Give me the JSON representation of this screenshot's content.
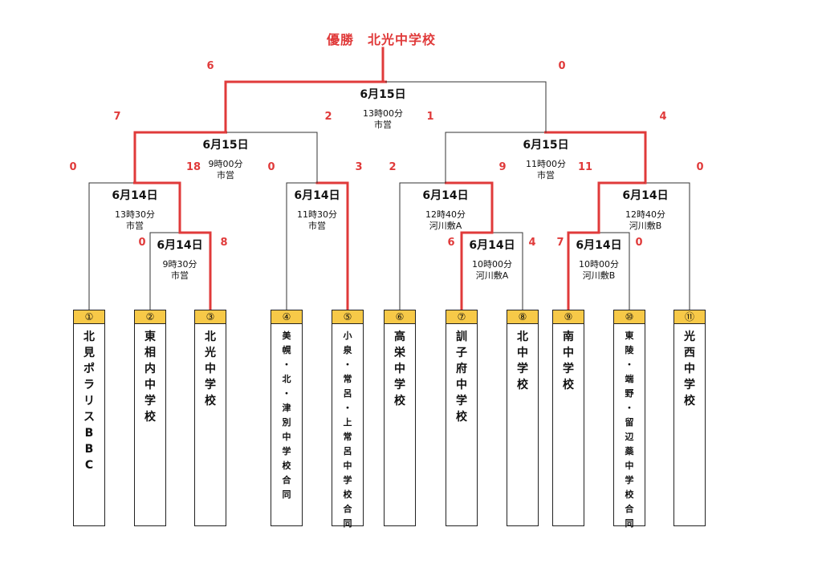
{
  "champion": "優勝　北光中学校",
  "teams": [
    {
      "num": "①",
      "name": "北見ポラリスBBC"
    },
    {
      "num": "②",
      "name": "東相内中学校"
    },
    {
      "num": "③",
      "name": "北光中学校"
    },
    {
      "num": "④",
      "name": "美幌・北・津別中学校合同"
    },
    {
      "num": "⑤",
      "name": "小泉・常呂・上常呂中学校合同"
    },
    {
      "num": "⑥",
      "name": "高栄中学校"
    },
    {
      "num": "⑦",
      "name": "訓子府中学校"
    },
    {
      "num": "⑧",
      "name": "北中学校"
    },
    {
      "num": "⑨",
      "name": "南中学校"
    },
    {
      "num": "⑩",
      "name": "東陵・端野・留辺蘂中学校合同"
    },
    {
      "num": "⑪",
      "name": "光西中学校"
    }
  ],
  "matches": {
    "r1a": {
      "date": "6月14日",
      "time": "9時30分",
      "venue": "市営",
      "score_left": "0",
      "score_right": "8"
    },
    "r1b": {
      "date": "6月14日",
      "time": "10時00分",
      "venue": "河川敷A",
      "score_left": "6",
      "score_right": "4"
    },
    "r1c": {
      "date": "6月14日",
      "time": "10時00分",
      "venue": "河川敷B",
      "score_left": "7",
      "score_right": "0"
    },
    "qf1": {
      "date": "6月14日",
      "time": "13時30分",
      "venue": "市営",
      "score_left": "0",
      "score_right": "18"
    },
    "qf2": {
      "date": "6月14日",
      "time": "11時30分",
      "venue": "市営",
      "score_left": "0",
      "score_right": "3"
    },
    "qf3": {
      "date": "6月14日",
      "time": "12時40分",
      "venue": "河川敷A",
      "score_left": "2",
      "score_right": "9"
    },
    "qf4": {
      "date": "6月14日",
      "time": "12時40分",
      "venue": "河川敷B",
      "score_left": "11",
      "score_right": "0"
    },
    "sf1": {
      "date": "6月15日",
      "time": "9時00分",
      "venue": "市営",
      "score_left": "7",
      "score_right": "2"
    },
    "sf2": {
      "date": "6月15日",
      "time": "11時00分",
      "venue": "市営",
      "score_left": "1",
      "score_right": "4"
    },
    "final": {
      "date": "6月15日",
      "time": "13時00分",
      "venue": "市営",
      "score_left": "6",
      "score_right": "0"
    }
  },
  "colors": {
    "win_line": "#e03a3a",
    "line": "#333333",
    "team_number_bg": "#f7c948"
  }
}
